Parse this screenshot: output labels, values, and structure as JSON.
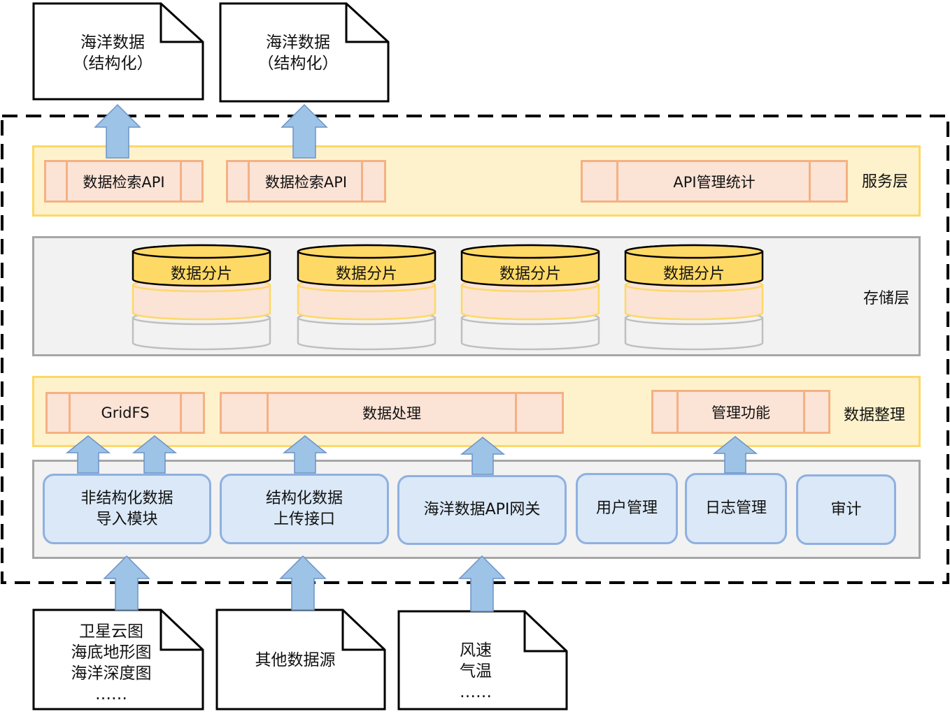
{
  "outputs": [
    {
      "line1": "海洋数据",
      "line2": "（结构化）"
    },
    {
      "line1": "海洋数据",
      "line2": "（结构化）"
    }
  ],
  "service_layer": {
    "label": "服务层",
    "items": [
      "数据检索API",
      "数据检索API",
      "API管理统计"
    ]
  },
  "storage_layer": {
    "label": "存储层",
    "shards": [
      "数据分片",
      "数据分片",
      "数据分片",
      "数据分片"
    ]
  },
  "processing_layer": {
    "label": "数据整理",
    "items": [
      "GridFS",
      "数据处理",
      "管理功能"
    ]
  },
  "access_layer": {
    "modules": [
      {
        "line1": "非结构化数据",
        "line2": "导入模块"
      },
      {
        "line1": "结构化数据",
        "line2": "上传接口"
      },
      {
        "line1": "海洋数据API网关",
        "line2": ""
      },
      {
        "line1": "用户管理",
        "line2": ""
      },
      {
        "line1": "日志管理",
        "line2": ""
      },
      {
        "line1": "审计",
        "line2": ""
      }
    ]
  },
  "sources": [
    {
      "lines": [
        "卫星云图",
        "海底地形图",
        "海洋深度图",
        "……"
      ]
    },
    {
      "lines": [
        "其他数据源"
      ]
    },
    {
      "lines": [
        "风速",
        "气温",
        "……"
      ]
    }
  ],
  "colors": {
    "arrow_fill": "#9dc3e6",
    "service_band": "#fef2cc",
    "process_box": "#fbe3d6",
    "module_box": "#dae8f7",
    "storage_band": "#f2f2f2"
  }
}
